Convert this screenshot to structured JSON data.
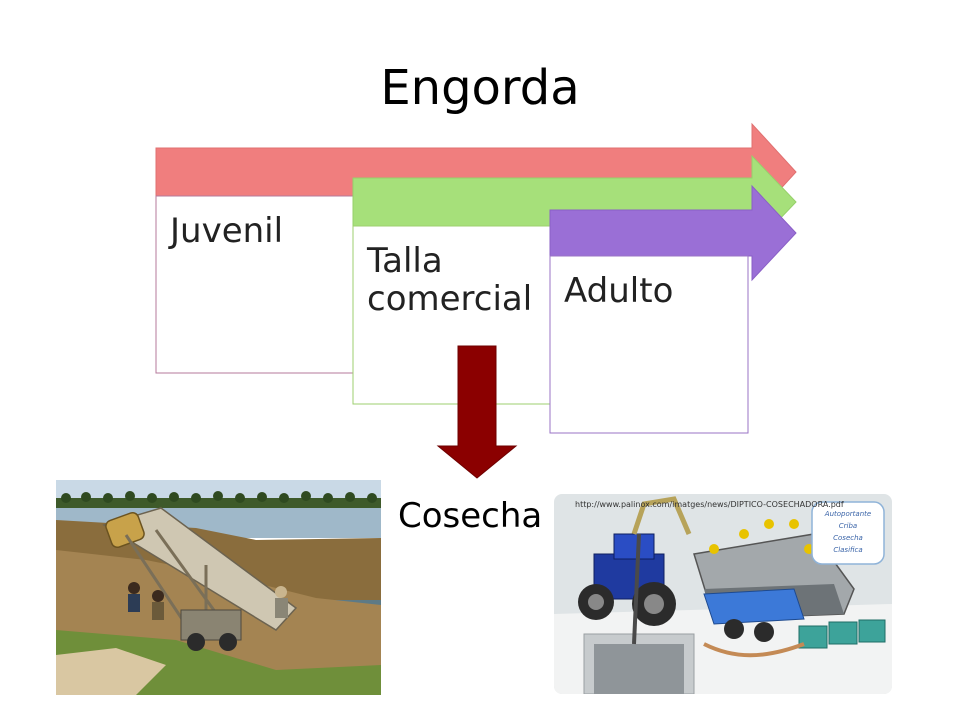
{
  "title": "Engorda",
  "stages": [
    {
      "label": "Juvenil",
      "arrow_color": "#f07e7e",
      "card_border": "#b57a9b"
    },
    {
      "label": "Talla\ncomercial",
      "arrow_color": "#a6e07a",
      "card_border": "#9dcf6f"
    },
    {
      "label": "Adulto",
      "arrow_color": "#9a6fd6",
      "card_border": "#9a73c6"
    }
  ],
  "harvest": {
    "label": "Cosecha",
    "arrow_color": "#8b0000"
  },
  "photos": {
    "left": {
      "name": "shrimp-harvest-pond-photo"
    },
    "right": {
      "name": "harvester-machine-render",
      "url": "http://www.palinox.com/imatges/news/DIPTICO-COSECHADORA.pdf",
      "badge_lines": [
        "Autoportante",
        "Criba",
        "Cosecha",
        "Clasifica"
      ]
    }
  }
}
